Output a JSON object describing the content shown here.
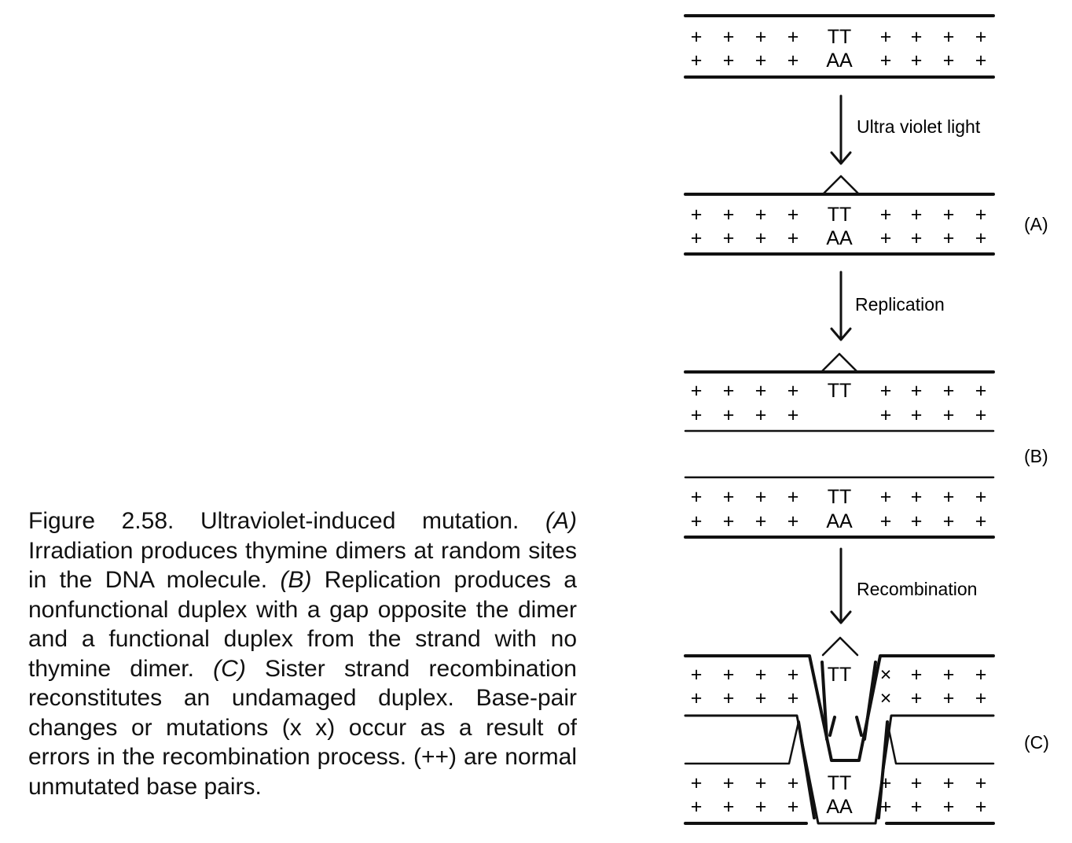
{
  "caption": {
    "figure_label": "Figure 2.58.",
    "title": "Ultraviolet-induced mutation.",
    "a_marker": "(A)",
    "a_text": " Irradiation produces thymine dimers at random sites in the DNA molecule. ",
    "b_marker": "(B)",
    "b_text": " Replication produces a nonfunctional duplex with a gap opposite the dimer and a functional duplex from the strand with no thymine dimer. ",
    "c_marker": "(C)",
    "c_text": " Sister strand recombination reconstitutes an undamaged duplex. Base-pair changes or mutations (x x) occur as a result of errors in the recombination process. (++) are normal unmutated base pairs."
  },
  "diagram": {
    "steps": [
      {
        "label": "Ultra violet light"
      },
      {
        "label": "Replication"
      },
      {
        "label": "Recombination"
      }
    ],
    "panel_labels": [
      "(A)",
      "(B)",
      "(C)"
    ],
    "rows": [
      {
        "left": [
          "+",
          "+",
          "+",
          "+"
        ],
        "middle": "TT",
        "right": [
          "+",
          "+",
          "+",
          "+"
        ]
      },
      {
        "left": [
          "+",
          "+",
          "+",
          "+"
        ],
        "middle": "AA",
        "right": [
          "+",
          "+",
          "+",
          "+"
        ]
      },
      {
        "left": [
          "+",
          "+",
          "+",
          "+"
        ],
        "middle": "TT",
        "right": [
          "+",
          "+",
          "+",
          "+"
        ]
      },
      {
        "left": [
          "+",
          "+",
          "+",
          "+"
        ],
        "middle": "AA",
        "right": [
          "+",
          "+",
          "+",
          "+"
        ]
      },
      {
        "left": [
          "+",
          "+",
          "+",
          "+"
        ],
        "middle": "TT",
        "right": [
          "+",
          "+",
          "+",
          "+"
        ]
      },
      {
        "left": [
          "+",
          "+",
          "+",
          "+"
        ],
        "middle": "",
        "right": [
          "+",
          "+",
          "+",
          "+"
        ]
      },
      {
        "left": [
          "+",
          "+",
          "+",
          "+"
        ],
        "middle": "TT",
        "right": [
          "+",
          "+",
          "+",
          "+"
        ]
      },
      {
        "left": [
          "+",
          "+",
          "+",
          "+"
        ],
        "middle": "AA",
        "right": [
          "+",
          "+",
          "+",
          "+"
        ]
      },
      {
        "left": [
          "+",
          "+",
          "+",
          "+"
        ],
        "middle": "TT",
        "right": [
          "×",
          "+",
          "+",
          "+"
        ]
      },
      {
        "left": [
          "+",
          "+",
          "+",
          "+"
        ],
        "middle": "",
        "right": [
          "×",
          "+",
          "+",
          "+"
        ]
      },
      {
        "left": [
          "+",
          "+",
          "+",
          "+"
        ],
        "middle": "TT",
        "right": [
          "+",
          "+",
          "+",
          "+"
        ]
      },
      {
        "left": [
          "+",
          "+",
          "+",
          "+"
        ],
        "middle": "AA",
        "right": [
          "+",
          "+",
          "+",
          "+"
        ]
      }
    ]
  }
}
